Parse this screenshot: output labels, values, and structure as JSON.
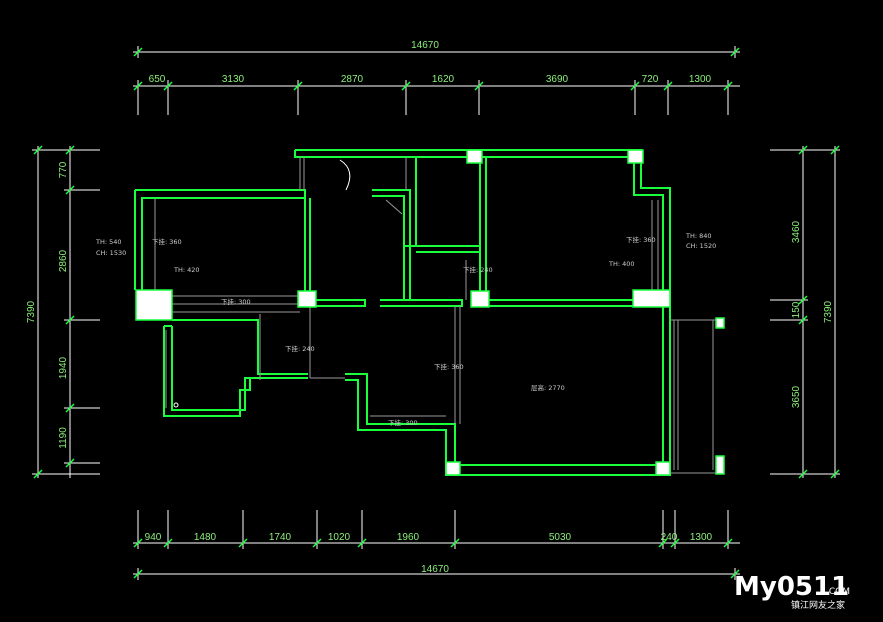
{
  "drawing": {
    "top_total": "14670",
    "top_segments": [
      "650",
      "3130",
      "2870",
      "1620",
      "3690",
      "720",
      "1300"
    ],
    "bottom_total": "14670",
    "bottom_segments": [
      "940",
      "1480",
      "1740",
      "1020",
      "1960",
      "5030",
      "240",
      "1300"
    ],
    "left_total": "7390",
    "left_segments": [
      "770",
      "2860",
      "1940",
      "1190"
    ],
    "right_total": "7390",
    "right_segments": [
      "3460",
      "150",
      "3650"
    ]
  },
  "notes": {
    "room_left_drop": "下挂: 360",
    "room_left_th": "TH: 540",
    "room_left_ch": "CH: 1530",
    "room_left_th2": "TH: 420",
    "left_beam": "下挂: 300",
    "center_beam": "下挂: 240",
    "room_right_drop": "下挂: 360",
    "room_right_th": "TH: 840",
    "room_right_ch": "CH: 1520",
    "room_right_th2": "TH: 400",
    "corridor_beam": "下挂: 240",
    "living_beam": "下挂: 360",
    "living_height": "层高: 2770",
    "bottom_beam": "下挂: 300"
  },
  "watermark": {
    "logo": "My0511",
    "domain": ".COM",
    "subtitle": "镇江网友之家"
  },
  "colors": {
    "wall": "#19ff3c",
    "dimension_line": "#ffffff",
    "dimension_text": "#8cf07a",
    "column_fill": "#ffffff",
    "thin_line": "#9a9a9a"
  }
}
